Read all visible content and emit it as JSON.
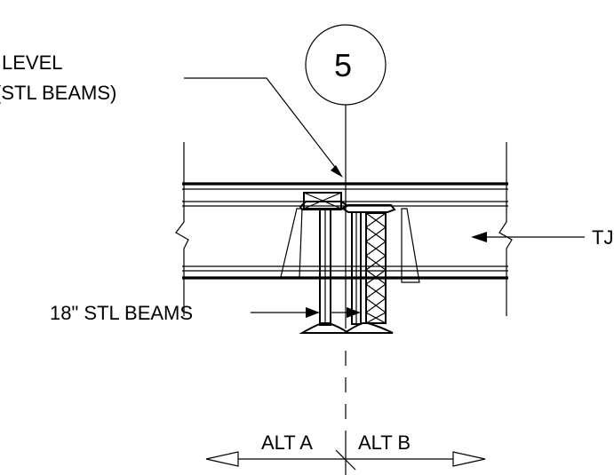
{
  "labels": {
    "level_line1": "LEVEL",
    "level_line2": "(STL BEAMS)",
    "grid_number": "5",
    "tj_label": "TJ",
    "steel_beams": "18\" STL BEAMS",
    "alt_a": "ALT A",
    "alt_b": "ALT B"
  }
}
